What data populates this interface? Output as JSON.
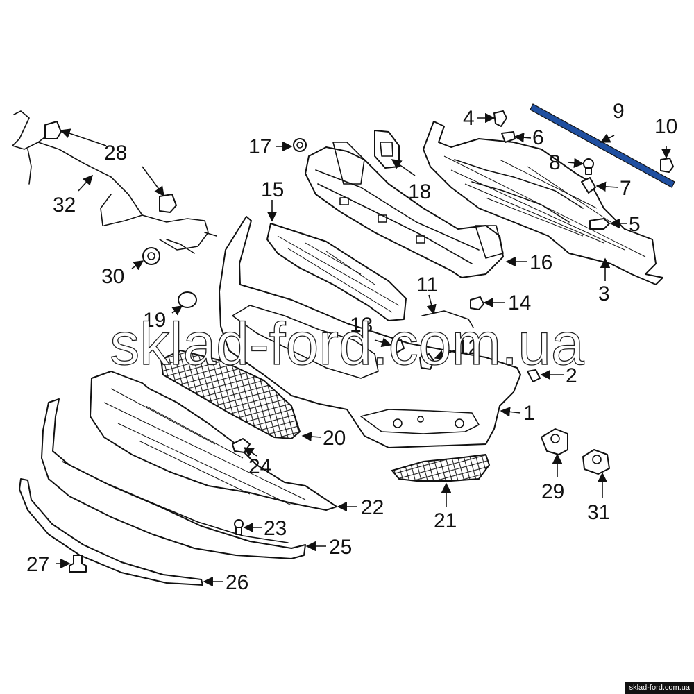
{
  "callouts": [
    "1",
    "2",
    "3",
    "4",
    "5",
    "6",
    "7",
    "8",
    "9",
    "10",
    "11",
    "12",
    "13",
    "14",
    "15",
    "16",
    "17",
    "18",
    "19",
    "20",
    "21",
    "22",
    "23",
    "24",
    "25",
    "26",
    "27",
    "28",
    "29",
    "30",
    "31",
    "32"
  ],
  "highlight_color": "#1f4fa0",
  "watermark": "sklad-ford.com.ua",
  "footer_badge": "sklad-ford.com.ua"
}
